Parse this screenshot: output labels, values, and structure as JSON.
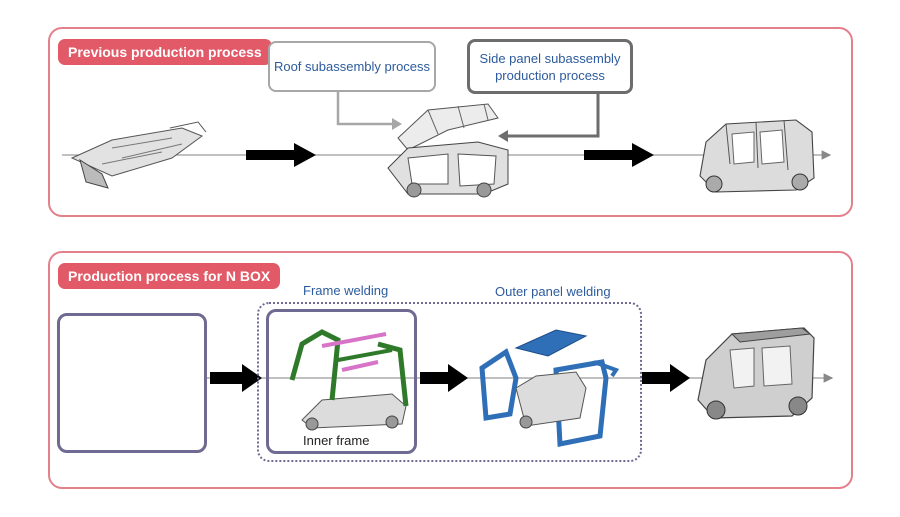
{
  "previous": {
    "title": "Previous production process",
    "roof_label": "Roof subassembly process",
    "side_label": "Side panel subassembly production process"
  },
  "nbox": {
    "title": "Production process for N BOX",
    "frame_welding_label": "Frame welding",
    "outer_panel_label": "Outer panel welding",
    "inner_frame_label": "Inner frame"
  },
  "colors": {
    "panel_border": "#e3808a",
    "title_bg": "#e25a68",
    "label_text": "#2d5b9d",
    "stage_border": "#6e6a92",
    "inner_frame_green": "#2f7a2a",
    "inner_frame_pink": "#d874c7",
    "outer_panel_blue": "#2f6fb8"
  }
}
